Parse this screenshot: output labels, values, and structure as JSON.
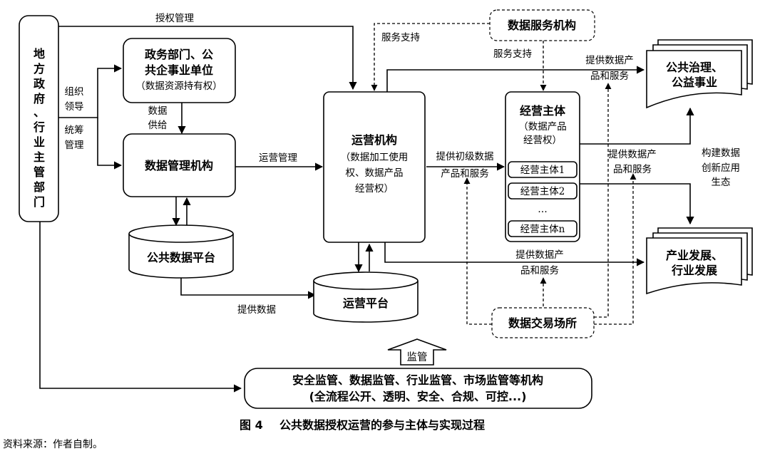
{
  "nodes": {
    "local_gov": [
      "地",
      "方",
      "政",
      "府",
      "、",
      "行",
      "业",
      "主",
      "管",
      "部",
      "门"
    ],
    "gov_units": {
      "line1": "政务部门、公",
      "line2": "共企事业单位",
      "line3": "（数据资源持有权）"
    },
    "data_mgmt": "数据管理机构",
    "public_platform": "公共数据平台",
    "operator": {
      "title": "运营机构",
      "line1": "（数据加工使用",
      "line2": "权、数据产品",
      "line3": "经营权）"
    },
    "op_platform": "运营平台",
    "service_org": "数据服务机构",
    "business": {
      "title": "经营主体",
      "line1": "（数据产品",
      "line2": "经营权）",
      "items": [
        "经营主体1",
        "经营主体2",
        "…",
        "经营主体n"
      ]
    },
    "public_gov": {
      "line1": "公共治理、",
      "line2": "公益事业"
    },
    "industry": {
      "line1": "产业发展、",
      "line2": "行业发展"
    },
    "exchange": "数据交易场所",
    "supervision": {
      "line1": "安全监管、数据监管、行业监管、市场监管等机构",
      "line2": "(全流程公开、透明、安全、合规、可控...)",
      "arrow_label": "监管"
    }
  },
  "edges": {
    "authorization": "授权管理",
    "organize": [
      "组织",
      "领导"
    ],
    "coordinate": [
      "统筹",
      "管理"
    ],
    "data_supply": [
      "数据",
      "供给"
    ],
    "ops_mgmt": "运营管理",
    "provide_data": "提供数据",
    "service_support_left": "服务支持",
    "service_support_right": "服务支持",
    "primary_products": [
      "提供初级数据",
      "产品和服务"
    ],
    "provide_top": [
      "提供数据产",
      "品和服务"
    ],
    "provide_mid": [
      "提供数据产",
      "品和服务"
    ],
    "provide_bottom": [
      "提供数据产",
      "品和服务"
    ],
    "ecosystem": [
      "构建数据",
      "创新应用",
      "生态"
    ]
  },
  "caption": {
    "fig": "图 4",
    "title": "公共数据授权运营的参与主体与实现过程"
  },
  "source": "资料来源：作者自制。"
}
